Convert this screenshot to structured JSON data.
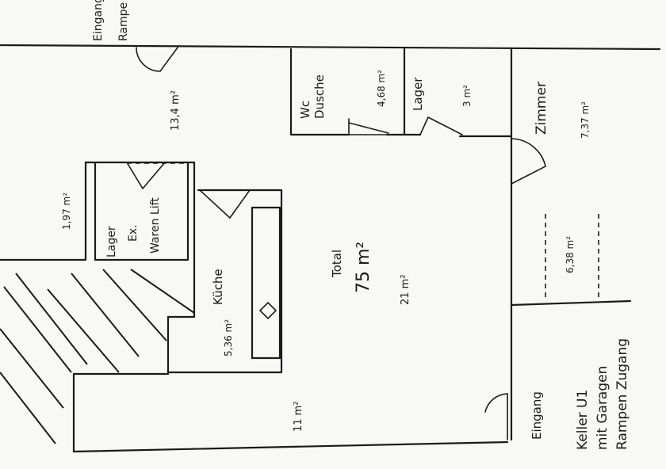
{
  "labels": {
    "eingang_rampe_1": "Eingang",
    "eingang_rampe_2": "Rampe",
    "area_top": "13,4 m²",
    "wc": "Wc",
    "dusche": "Dusche",
    "area_wc": "4,68 m²",
    "lager_top": "Lager",
    "area_lager_top": "3 m²",
    "zimmer": "Zimmer",
    "area_zimmer": "7,37 m²",
    "area_left": "1,97 m²",
    "lager_left": "Lager",
    "ex": "Ex.",
    "warenlift": "Waren Lift",
    "kueche": "Küche",
    "area_kueche": "5,36 m²",
    "total": "Total",
    "total_area": "75 m²",
    "area_center": "21 m²",
    "area_right": "6,38 m²",
    "area_bottom": "11 m²",
    "eingang_bottom": "Eingang",
    "title_1": "Keller U1",
    "title_2": "mit Garagen",
    "title_3": "Rampen Zugang"
  }
}
